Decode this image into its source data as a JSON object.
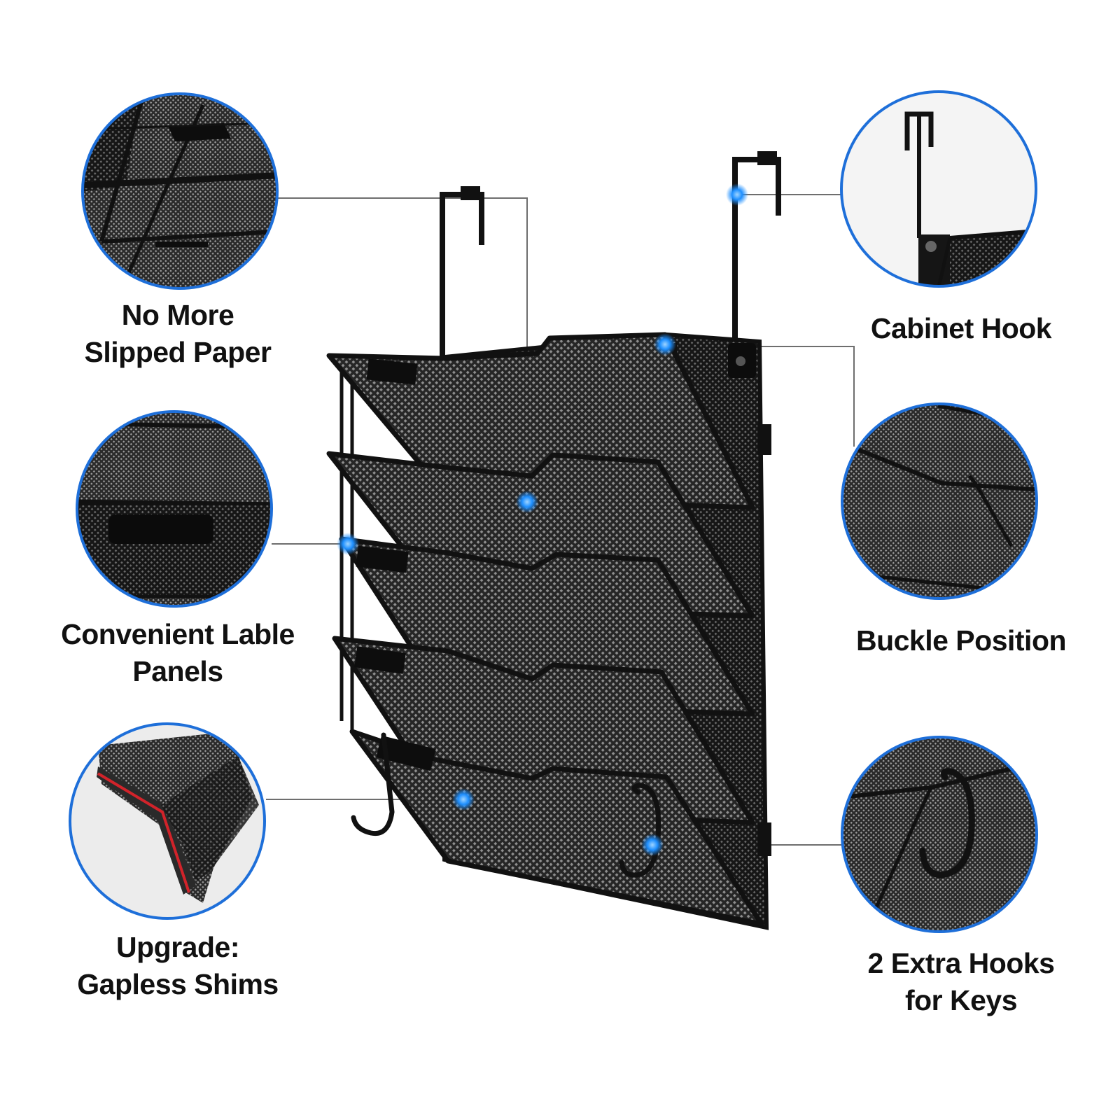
{
  "accent_color": "#1e6fd9",
  "product_color": "#111111",
  "callouts": {
    "slipped_paper": {
      "line1": "No More",
      "line2": "Slipped Paper"
    },
    "label_panels": {
      "line1": "Convenient Lable",
      "line2": "Panels"
    },
    "gapless_shims": {
      "line1": "Upgrade:",
      "line2": "Gapless Shims"
    },
    "cabinet_hook": {
      "line1": "Cabinet Hook"
    },
    "buckle_position": {
      "line1": "Buckle Position"
    },
    "extra_hooks": {
      "line1": "2 Extra Hooks",
      "line2": "for Keys"
    }
  }
}
